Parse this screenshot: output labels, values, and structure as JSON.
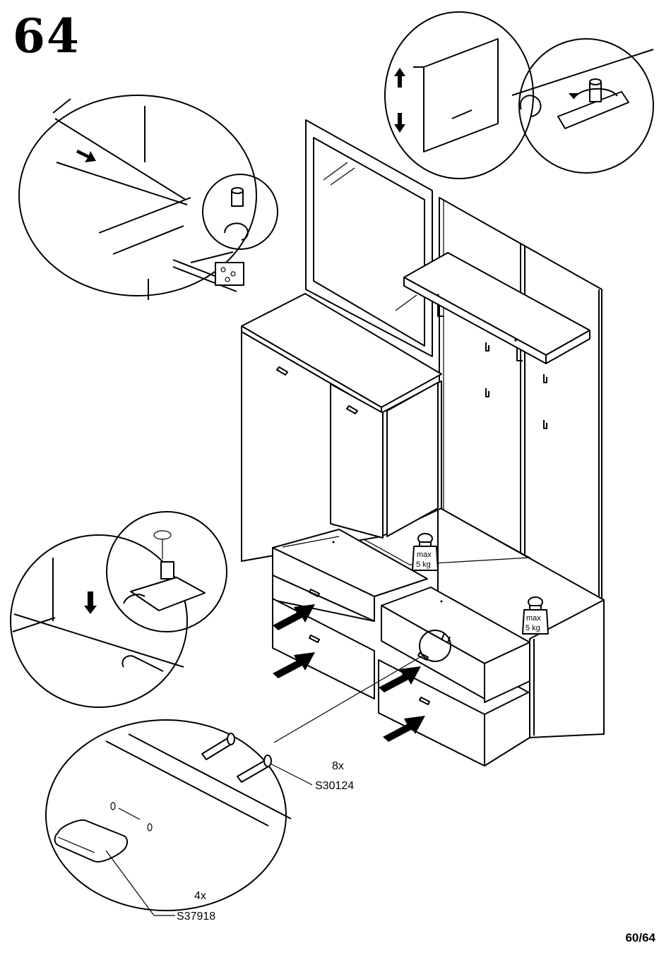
{
  "step_number": "64",
  "page_number": "60/64",
  "parts": [
    {
      "quantity": "8x",
      "code": "S30124"
    },
    {
      "quantity": "4x",
      "code": "S37918"
    }
  ],
  "weight_labels": [
    {
      "line1": "max",
      "line2": "5 kg"
    },
    {
      "line1": "max",
      "line2": "5 kg"
    }
  ]
}
